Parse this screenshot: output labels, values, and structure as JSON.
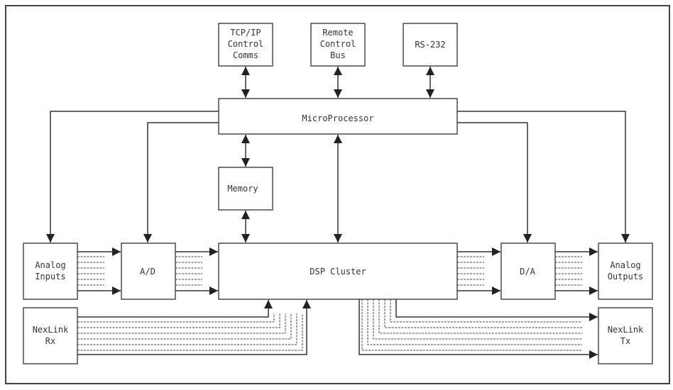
{
  "diagram": {
    "title": "",
    "blocks": {
      "tcpip": [
        "TCP/IP",
        "Control",
        "Comms"
      ],
      "remote": [
        "Remote",
        "Control",
        "Bus"
      ],
      "rs232": [
        "RS-232"
      ],
      "micro": [
        "MicroProcessor"
      ],
      "memory": [
        "Memory"
      ],
      "analog_in": [
        "Analog",
        "Inputs"
      ],
      "ad": [
        "A/D"
      ],
      "dsp": [
        "DSP Cluster"
      ],
      "da": [
        "D/A"
      ],
      "analog_out": [
        "Analog",
        "Outputs"
      ],
      "nexlink_rx": [
        "NexLink",
        "Rx"
      ],
      "nexlink_tx": [
        "NexLink",
        "Tx"
      ]
    },
    "connections": [
      {
        "from": "tcpip",
        "to": "micro",
        "type": "bidirectional"
      },
      {
        "from": "remote",
        "to": "micro",
        "type": "bidirectional"
      },
      {
        "from": "rs232",
        "to": "micro",
        "type": "bidirectional"
      },
      {
        "from": "micro",
        "to": "memory",
        "type": "bidirectional"
      },
      {
        "from": "memory",
        "to": "dsp",
        "type": "bidirectional"
      },
      {
        "from": "micro",
        "to": "dsp",
        "type": "bidirectional"
      },
      {
        "from": "micro",
        "to": "analog_in",
        "type": "control"
      },
      {
        "from": "micro",
        "to": "ad",
        "type": "control"
      },
      {
        "from": "micro",
        "to": "da",
        "type": "control"
      },
      {
        "from": "micro",
        "to": "analog_out",
        "type": "control"
      },
      {
        "from": "analog_in",
        "to": "ad",
        "type": "multichannel"
      },
      {
        "from": "ad",
        "to": "dsp",
        "type": "multichannel"
      },
      {
        "from": "dsp",
        "to": "da",
        "type": "multichannel"
      },
      {
        "from": "da",
        "to": "analog_out",
        "type": "multichannel"
      },
      {
        "from": "nexlink_rx",
        "to": "dsp",
        "type": "multichannel"
      },
      {
        "from": "dsp",
        "to": "nexlink_tx",
        "type": "multichannel"
      }
    ]
  }
}
